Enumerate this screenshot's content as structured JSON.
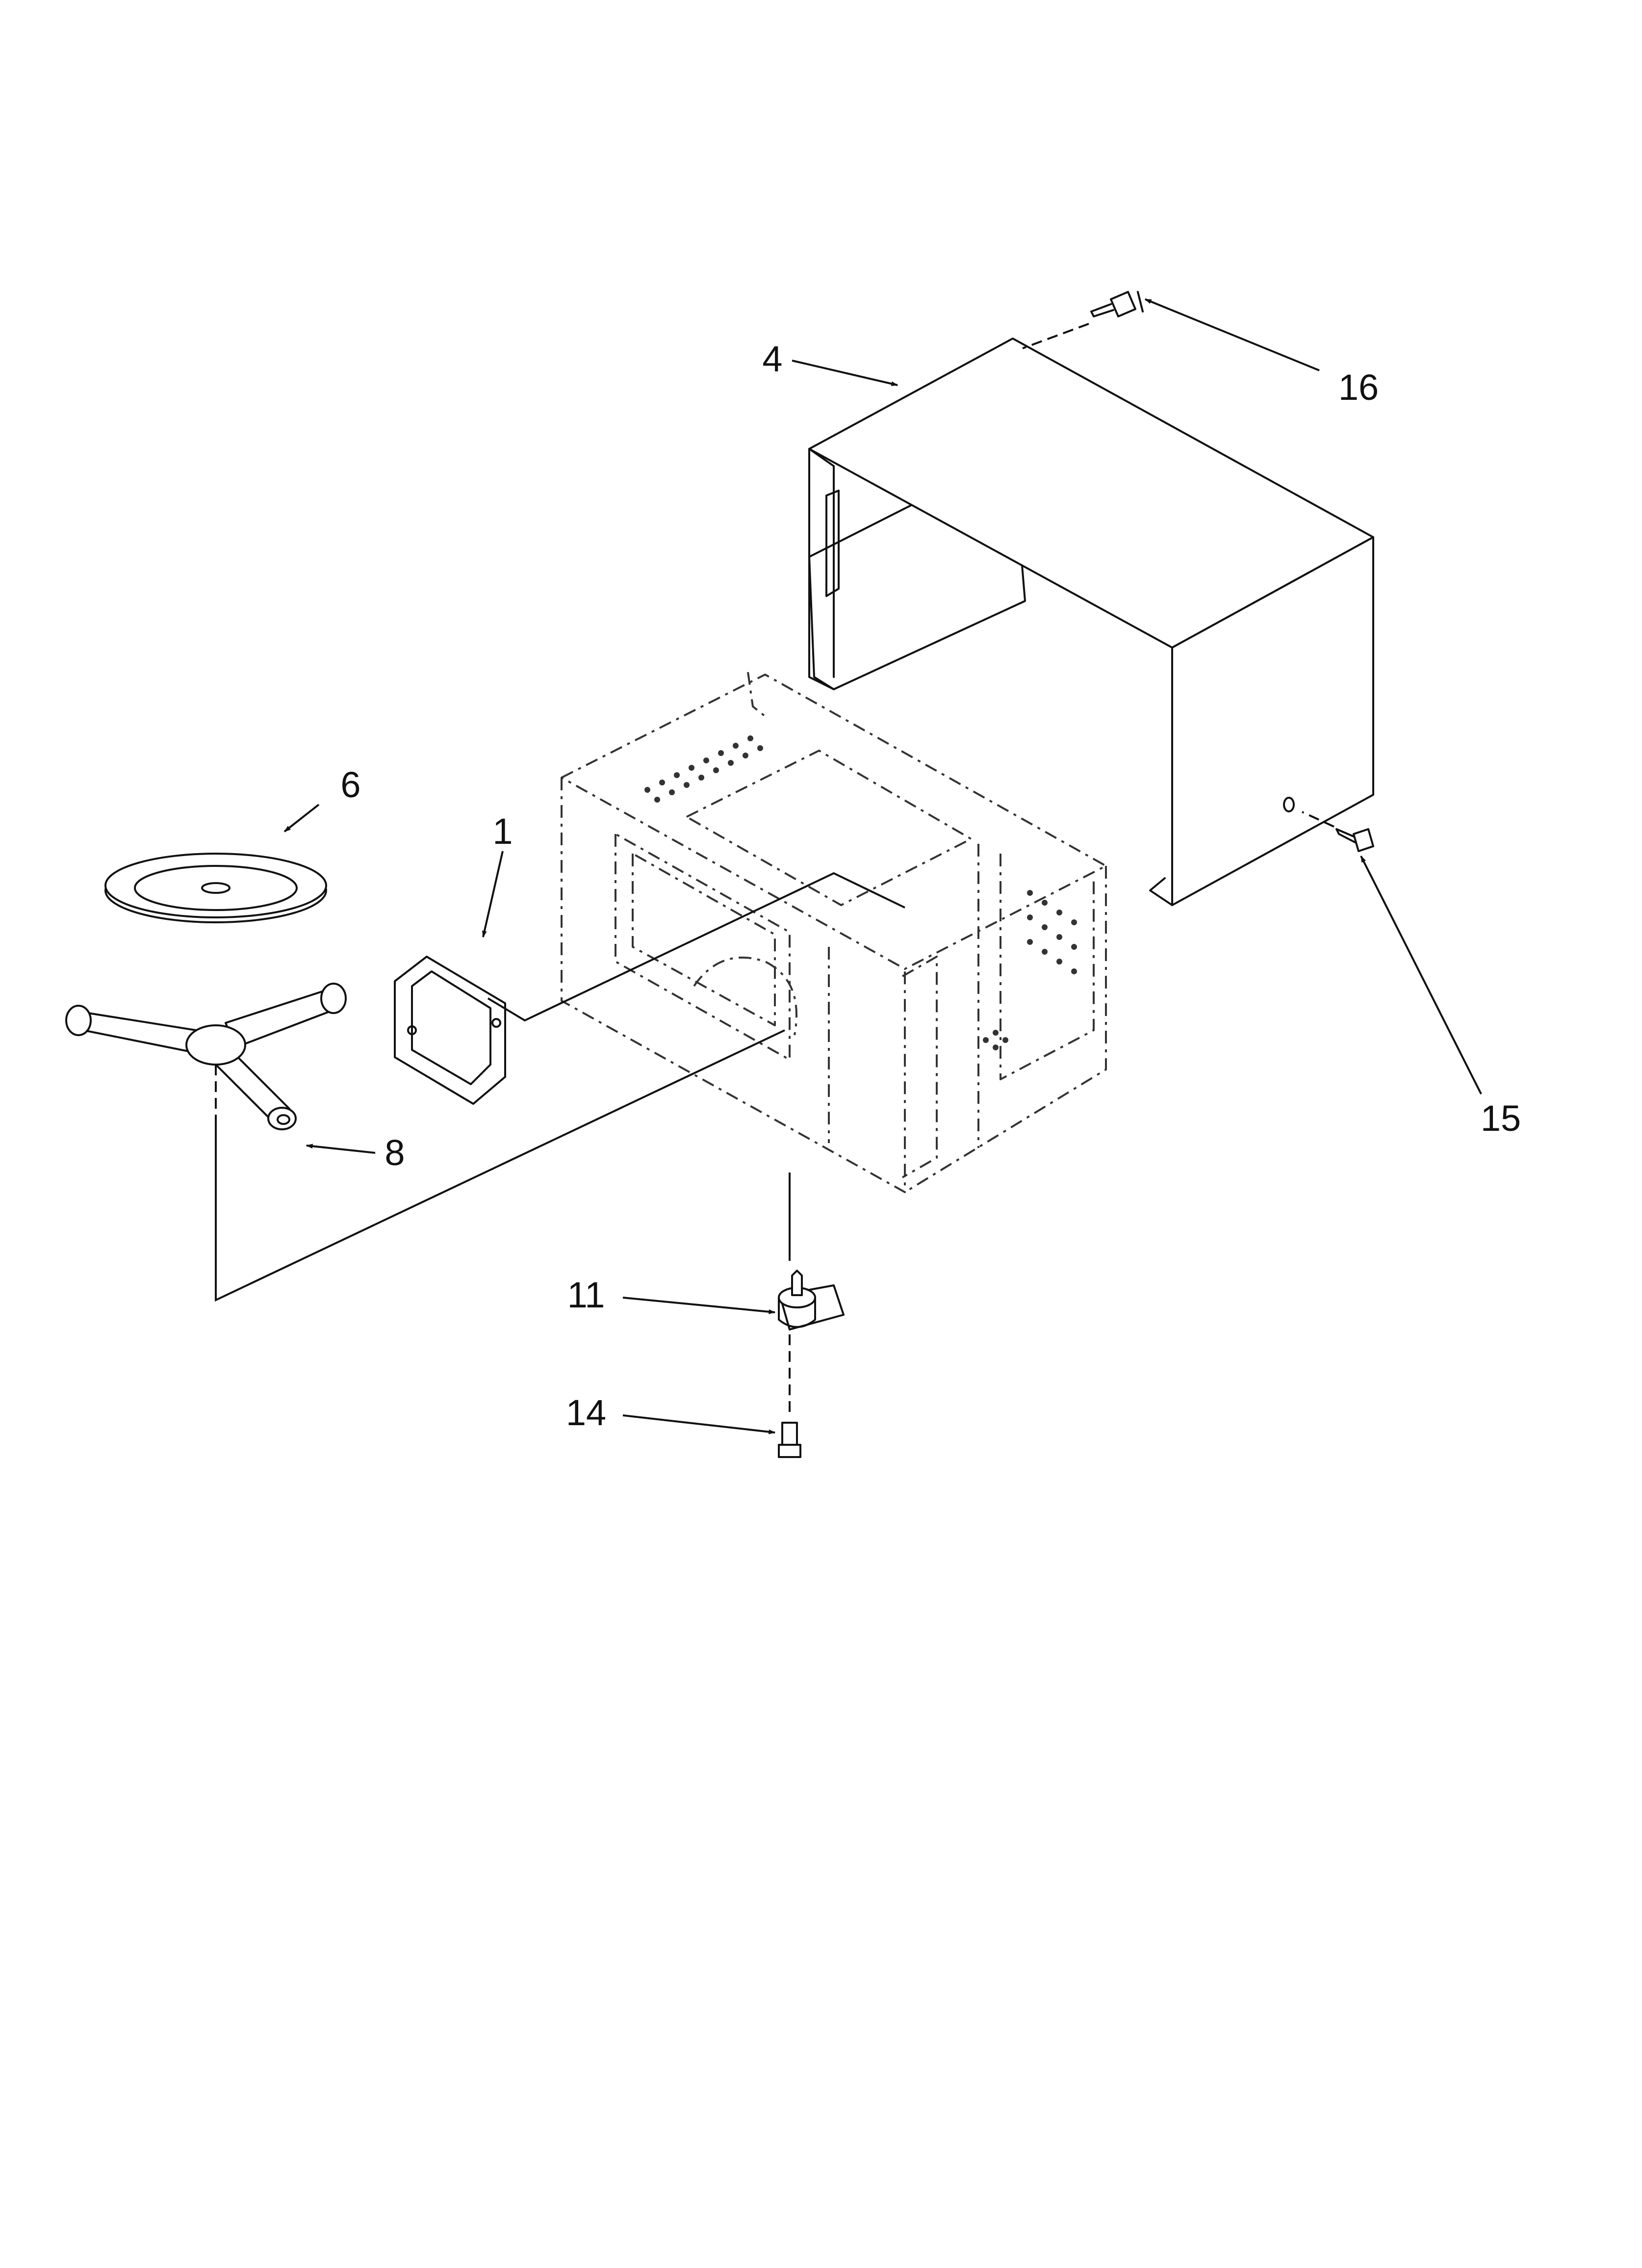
{
  "callouts": [
    {
      "id": "1",
      "label": "1"
    },
    {
      "id": "4",
      "label": "4"
    },
    {
      "id": "6",
      "label": "6"
    },
    {
      "id": "8",
      "label": "8"
    },
    {
      "id": "11",
      "label": "11"
    },
    {
      "id": "14",
      "label": "14"
    },
    {
      "id": "15",
      "label": "15"
    },
    {
      "id": "16",
      "label": "16"
    }
  ]
}
